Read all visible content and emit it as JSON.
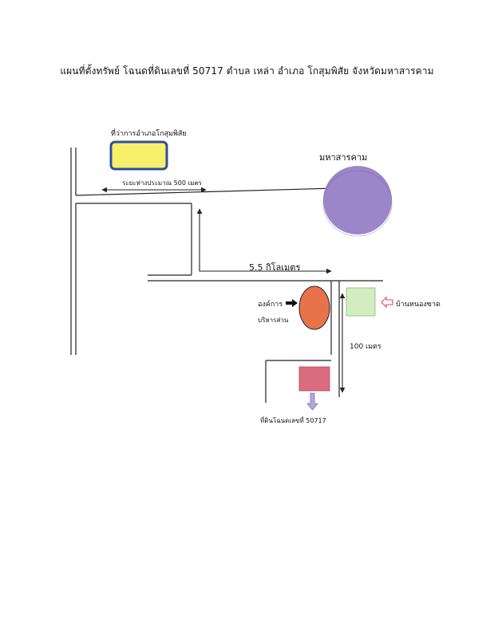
{
  "title": "แผนที่ตั้งทรัพย์ โฉนดที่ดินเลขที่ 50717 ตำบล เหล่า อำเภอ โกสุมพิสัย จังหวัดมหาสารคาม",
  "labels": {
    "district_office": "ที่ว่าการอำเภอโกสุมพิสัย",
    "distance_500": "ระยะห่างประมาณ 500 เมตร",
    "mahasarakham": "มหาสารคาม",
    "distance_5_5": "5.5 กิโลเมตร",
    "tambon_org_line1": "องค์การ",
    "tambon_org_line2": "บริหารส่วน",
    "village": "บ้านหนองซาด",
    "distance_100": "100 เมตร",
    "land_parcel": "ที่ดินโฉนดเลขที่ 50717"
  },
  "colors": {
    "district_office_fill": "#f7f06a",
    "district_office_border": "#2d4f9e",
    "mahasarakham_fill": "#9b86c9",
    "tambon_org_fill": "#e8734a",
    "village_fill": "#d4edc0",
    "parcel_fill": "#d96c7f",
    "village_arrow": "#d94a6a",
    "parcel_arrow": "#9b86c9",
    "road": "#222222"
  }
}
